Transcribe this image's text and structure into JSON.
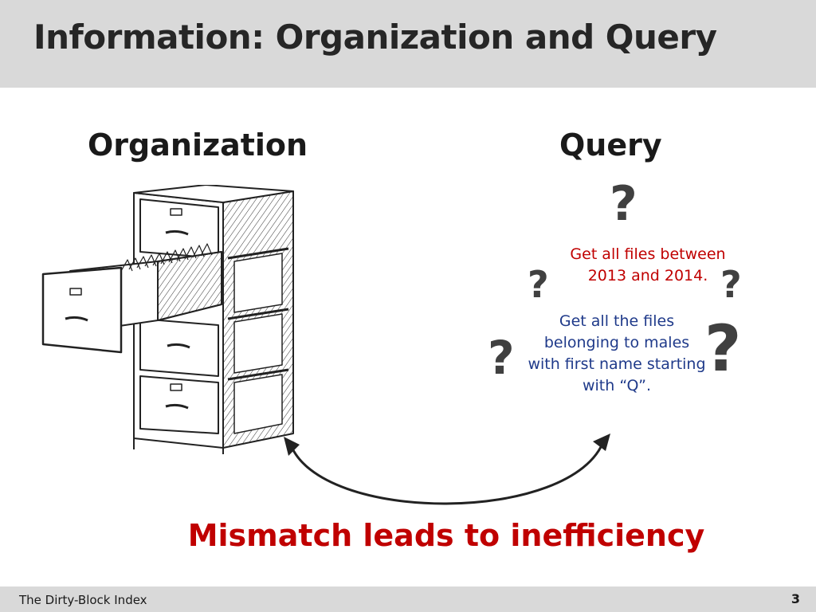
{
  "slide": {
    "title": "Information: Organization and Query",
    "left_heading": "Organization",
    "right_heading": "Query",
    "query_marks": [
      "?",
      "?",
      "?",
      "?",
      "?"
    ],
    "query_red": "Get all files between 2013 and 2014.",
    "query_blue": "Get all the files belonging to males with first name starting with “Q”.",
    "conclusion": "Mismatch leads to inefficiency"
  },
  "footer": {
    "title": "The Dirty-Block Index",
    "page_number": "3"
  },
  "colors": {
    "title_bar": "#d9d9d9",
    "conclusion": "#c00000",
    "query_red": "#c00000",
    "query_blue": "#1f3a8a",
    "question_mark": "#404040"
  },
  "icons": [
    "file-cabinet-icon",
    "double-headed-arrow-icon"
  ]
}
